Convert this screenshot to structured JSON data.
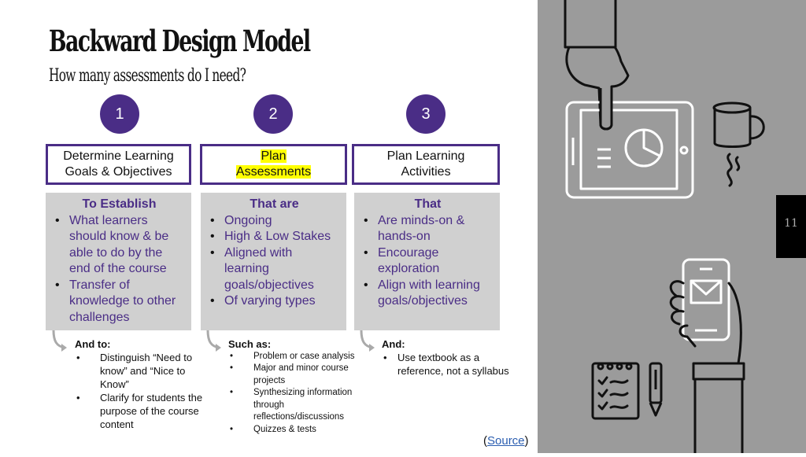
{
  "title": "Backward Design Model",
  "subtitle": "How many assessments do I need?",
  "page_number": "11",
  "steps": [
    {
      "number": "1",
      "line1": "Determine Learning",
      "line2": "Goals & Objectives"
    },
    {
      "number": "2",
      "line1": "Plan",
      "line2": "Assessments"
    },
    {
      "number": "3",
      "line1": "Plan Learning",
      "line2": "Activities"
    }
  ],
  "panels": [
    {
      "heading": "To Establish",
      "items": [
        "What learners should know & be able to do by the end of the course",
        "Transfer of knowledge to other challenges"
      ]
    },
    {
      "heading": "That are",
      "items": [
        "Ongoing",
        "High & Low Stakes",
        "Aligned with learning goals/objectives",
        "Of varying types"
      ]
    },
    {
      "heading": "That",
      "items": [
        "Are minds-on & hands-on",
        "Encourage exploration",
        "Align with learning goals/objectives"
      ]
    }
  ],
  "notes": [
    {
      "heading": "And to:",
      "items": [
        "Distinguish “Need to know” and “Nice to Know”",
        "Clarify for students the purpose of the course content"
      ]
    },
    {
      "heading": "Such as:",
      "items": [
        "Problem or case analysis",
        "Major and minor course projects",
        "Synthesizing information through reflections/discussions",
        "Quizzes & tests"
      ]
    },
    {
      "heading": "And:",
      "items": [
        "Use textbook as a reference, not a syllabus"
      ]
    }
  ],
  "source": {
    "open": "(",
    "link": "Source",
    "close": ")"
  },
  "colors": {
    "accent": "#4a2d86",
    "panel": "#d0d0d0",
    "highlight": "#ffff00",
    "sidebar": "#9b9b9b"
  },
  "icons": [
    "pointing-hand-icon",
    "tablet-chart-icon",
    "coffee-mug-icon",
    "hand-phone-icon",
    "notepad-checklist-icon",
    "pen-icon"
  ]
}
